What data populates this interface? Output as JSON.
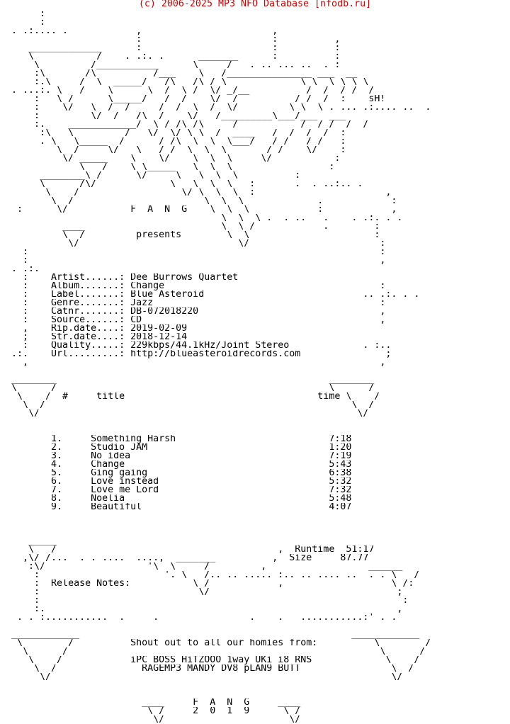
{
  "header": "(c) 2006-2025 MP3 NFO Database [nfodb.ru]",
  "art_lines": [
    "       :",
    "       :",
    "  . .:.... .            ,                       ,",
    "                        :                       :          ,",
    "     _____________      :                       :          :",
    "     \\           /    . .:. .      _______      :          :",
    "      \\         /___________      \\     /   . .. ... ..  . :",
    "      :\\       /\\          /___    \\   /_______________ ___  __",
    "      :.\\     /  \\  _____/   /\\   /\\ / \\             \\ \\  \\ \\ \\ \\",
    "  . ...:. \\   /    \\      \\  /  \\ /  \\/ _/__          /  /  / /  /",
    "      :   \\ /      \\_____/   /  /    \\/  /          / /  /  :    sH!",
    "      :    \\/   \\  /  /     /  /  \\  /  \\/         \\ \\  \\ . ... .:.... ..  .",
    "      :         \\/  /   /\\  /    \\/   /_________\\___/___  ___",
    "      :.    ____________/  \\ / /\\ /\\     /           /  / /  /  /",
    "       :\\   \\         /   \\/  \\/ \\ \\  /  ____   /  /  /  /  :",
    "       . \\   \\_____  /      / /\\  \\  \\  \\___/   / /   / /   :",
    "          \\  /     \\/   \\   / /  \\  \\  \\       / /    \\/    :",
    "           \\/ _____    \\    \\/    \\  \\  \\     \\/           :",
    "              \\   /    \\ \\_____   \\  \\  \\                 :",
    "       ________\\ /      \\/     \\   \\  \\  \\          :",
    "       \\      /\\/             \\   \\  \\  \\   :       .  . ..:.. .",
    "        \\    /                  \\/ \\  \\  \\  :                       ,",
    "         \\  /                       \\  \\  \\             .            :",
    "   :      \\/           F  A  N  G    \\  \\  \\            :            ,",
    "                                       \\  \\  \\ .  . ..   .    . .:. . .",
    "           ____                        \\  \\ /            .        :",
    "           \\  /         presents        \\  \\                      :",
    "            \\/                            \\/                       :",
    "    :                                                              :",
    "    :                                                              ,",
    "  . .:.",
    "    :    Artist......: Dee Burrows Quartet",
    "    :    Album.......: Change                                      :",
    "    :    Label.......: Blue Asteroid                            .. .:. . .",
    "    :    Genre.......: Jazz                                        :",
    "    :    Catnr.......: DB-072018220                                ,",
    "    :    Source......: CD                                          ,",
    "    ,    Rip.date....: 2019-02-09",
    "    ;    Str.date....: 2018-12-14",
    "    :    Quality.....: 229kbps/44.1kHz/Joint Stereo             . :..",
    "  .:.    Url.........: http://blueasteroidrecords.com               ;",
    "    ,                                                              ,",
    "",
    "  ________                                                ________",
    "  \\      /                                                \\      /",
    "   \\    /  #     title                                  time \\    /",
    "    \\  /                                                      \\  /",
    "     \\/                                                        \\/",
    "",
    "",
    "         1.     Something Harsh                           7:18",
    "         2.     Studio JAM                                1:20",
    "         3.     No idea                                   7:19",
    "         4.     Change                                    5:43",
    "         5.     Ging gaing                                6:38",
    "         6.     Love instead                              5:32",
    "         7.     Love me Lord                              7:32",
    "         8.     Noelia                                    5:48",
    "         9.     Beautiful                                 4:07",
    "",
    "",
    "",
    "     _____",
    "     \\   /                                       ,  Runtime  51:17",
    "    ,\\/ /...  . . ....  ....,  _______          ,  Size     87.77",
    "     :\\/                  '\\  \\     /         ,                  ______",
    "      :                      '. \\   /.. .. ..... :.. .. .... ..  . . \\   /",
    "      :  Release Notes:           \\ /            ,                   \\ /:",
    "      :                            \\/                                 ;",
    "      :                                                                :",
    "      :.                                                              ,",
    "   . . :...........  .     .                .    .   ...........:' . .",
    "",
    "  ____________                                                ____________",
    "   \\        /          Shout out to all our homies from:          \\        /",
    "    \\      /                                                       \\      /",
    "     \\    /            iPC BOSS HiTZOOO 1way UKi i8 RNS             \\    /",
    "      \\  /               RAGEMP3 MANDY DV8 pLAN9 BUTT                \\  /",
    "       \\/                                                            \\/",
    "",
    "",
    "                         ____     F  A  N  G     ____",
    "                          \\ /     2  0  1  9      \\ /",
    "                           \\/                      \\/"
  ]
}
